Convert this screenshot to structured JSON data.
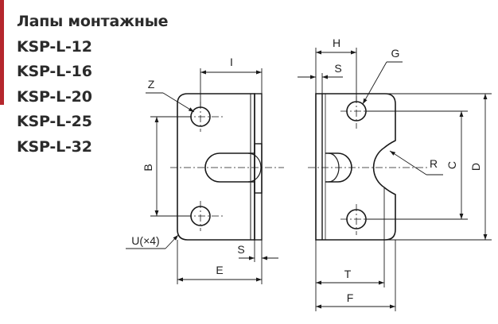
{
  "title": {
    "lines": [
      "Лапы монтажные",
      "KSP-L-12",
      "KSP-L-16",
      "KSP-L-20",
      "KSP-L-25",
      "KSP-L-32"
    ]
  },
  "labels": {
    "i": "I",
    "z": "Z",
    "b": "B",
    "u": "U(×4)",
    "s_front": "S",
    "e": "E",
    "h": "H",
    "s_side": "S",
    "g": "G",
    "r": "R",
    "c": "C",
    "d": "D",
    "t": "T",
    "f": "F"
  },
  "colors": {
    "accent": "#b5272d",
    "line": "#1a1a1a",
    "text": "#2b2b2b"
  }
}
